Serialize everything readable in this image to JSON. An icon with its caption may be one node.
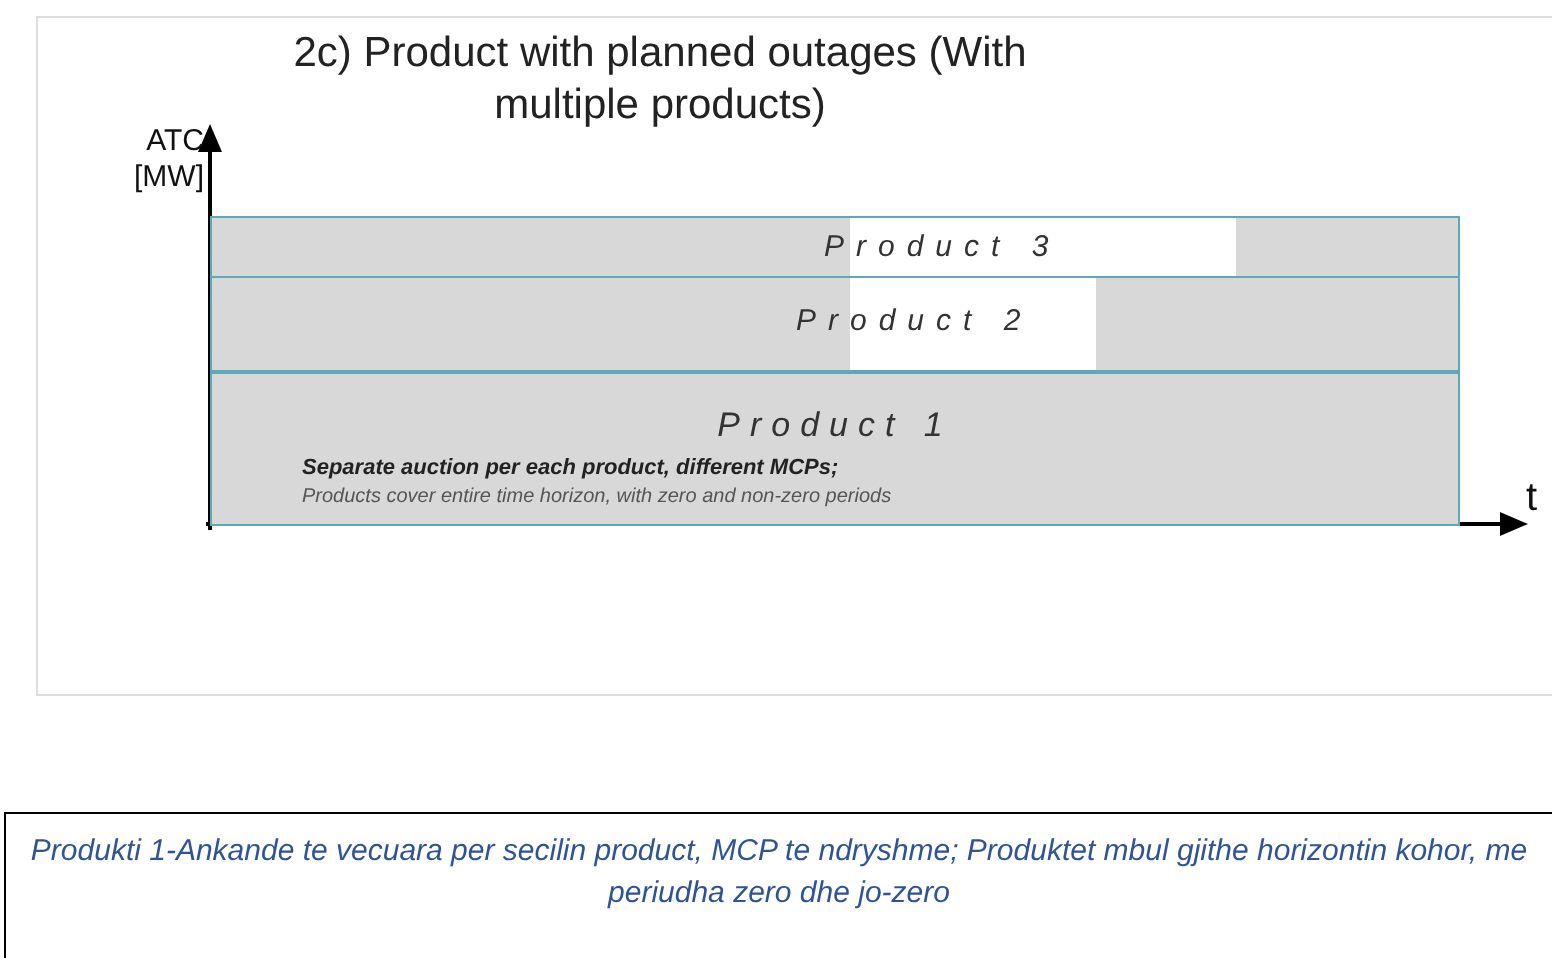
{
  "diagram": {
    "title": "2c) Product with planned outages (With multiple products)",
    "caption": "Produkti 1-Ankande te vecuara per secilin product, MCP te ndryshme; Produktet mbul gjithe horizontin kohor, me periudha zero dhe jo-zero",
    "nodes": [
      {
        "text": [
          "Product 3"
        ]
      },
      {
        "text": [
          "Product 2"
        ]
      },
      {
        "text": [
          "Product 1",
          "Separate auction per each product, different MCPs;",
          "Products cover entire time horizon, with zero and non-zero periods"
        ]
      }
    ],
    "edges": [],
    "labels": [
      "ATC [MW]",
      "t"
    ]
  }
}
